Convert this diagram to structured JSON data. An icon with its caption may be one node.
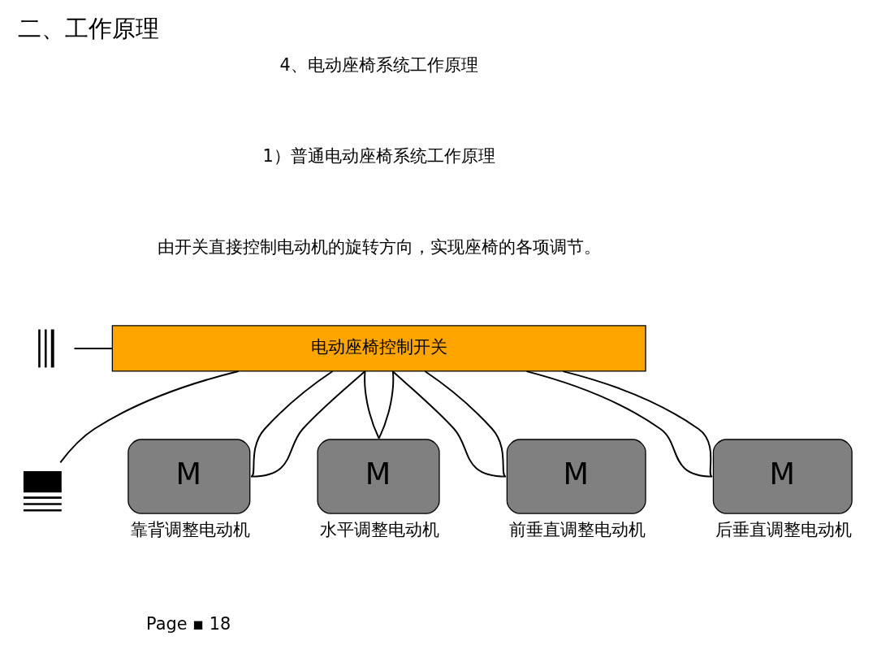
{
  "diagram": {
    "title": "二、工作原理",
    "nodes": [
      {
        "text": [],
        "shape": "battery"
      },
      {
        "text": [
          "电动座椅控制开关"
        ]
      },
      {
        "text": [],
        "shape": "ground"
      },
      {
        "text": [
          "M"
        ],
        "beside": [
          "靠背调整电动机"
        ]
      },
      {
        "text": [
          "M"
        ],
        "beside": [
          "水平调整电动机"
        ]
      },
      {
        "text": [
          "M"
        ],
        "beside": [
          "前垂直调整电动机"
        ]
      },
      {
        "text": [
          "M"
        ],
        "beside": [
          "后垂直调整电动机"
        ]
      }
    ],
    "edges": [
      {
        "from": 0,
        "to": 1,
        "arrow": "none"
      },
      {
        "from": 1,
        "to": 2,
        "arrow": "none"
      },
      {
        "from": 1,
        "to": 3,
        "arrow": "none"
      },
      {
        "from": 1,
        "to": 3,
        "arrow": "none"
      },
      {
        "from": 1,
        "to": 4,
        "arrow": "none"
      },
      {
        "from": 1,
        "to": 4,
        "arrow": "none"
      },
      {
        "from": 1,
        "to": 5,
        "arrow": "none"
      },
      {
        "from": 1,
        "to": 5,
        "arrow": "none"
      },
      {
        "from": 1,
        "to": 6,
        "arrow": "none"
      },
      {
        "from": 1,
        "to": 6,
        "arrow": "none"
      }
    ],
    "labels": [
      "4、电动座椅系统工作原理",
      "1）普通电动座椅系统工作原理",
      "由开关直接控制电动机的旋转方向，实现座椅的各项调节。",
      "Page ▪ 18"
    ]
  }
}
